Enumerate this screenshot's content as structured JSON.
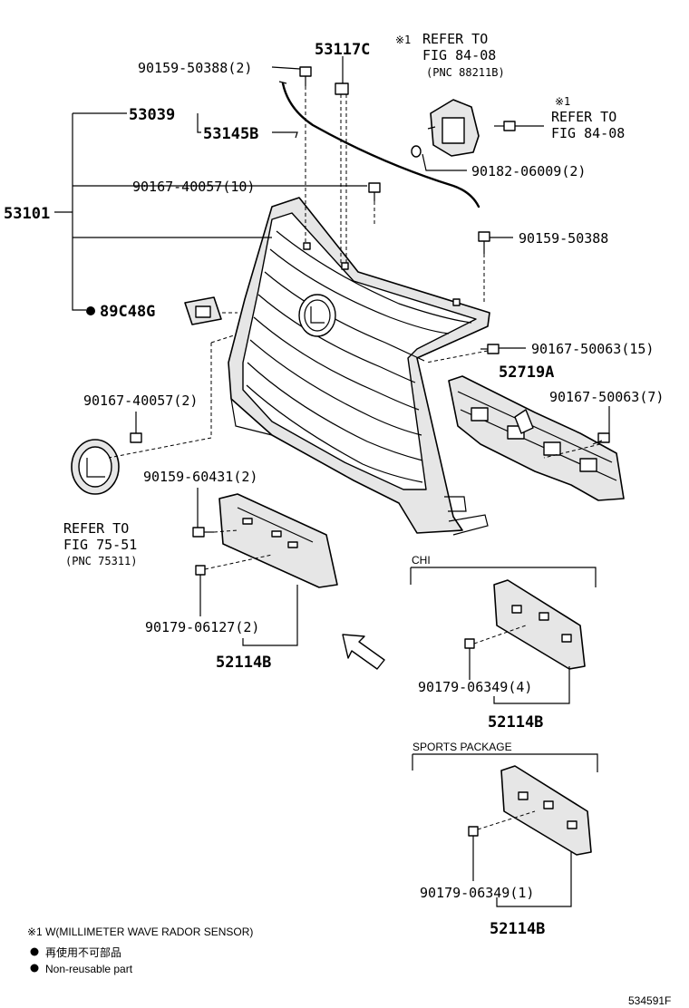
{
  "diagram_id": "534591F",
  "labels": {
    "p53117C": "53117C",
    "p90159_50388_2": "90159-50388(2)",
    "p53039": "53039",
    "p53145B": "53145B",
    "p90167_40057_10": "90167-40057(10)",
    "p53101": "53101",
    "p89C48G": "89C48G",
    "p90159_50388": "90159-50388",
    "p90167_50063_15": "90167-50063(15)",
    "p52719A": "52719A",
    "p90167_50063_7": "90167-50063(7)",
    "p90167_40057_2": "90167-40057(2)",
    "p90159_60431_2": "90159-60431(2)",
    "p90182_06009_2": "90182-06009(2)",
    "p90179_06127_2": "90179-06127(2)",
    "p52114B_main": "52114B",
    "p90179_06349_4": "90179-06349(4)",
    "p52114B_chi": "52114B",
    "p90179_06349_1": "90179-06349(1)",
    "p52114B_sports": "52114B"
  },
  "refs": {
    "ref1_line1": "REFER TO",
    "ref1_line2": "FIG 84-08",
    "ref1_line3": "(PNC 88211B)",
    "ref2_line1": "REFER TO",
    "ref2_line2": "FIG 84-08",
    "ref3_line1": "REFER TO",
    "ref3_line2": "FIG 75-51",
    "ref3_line3": "(PNC 75311)",
    "mark": "※1"
  },
  "groups": {
    "chi": "CHI",
    "sports": "SPORTS PACKAGE"
  },
  "notes": {
    "note1": "※1  W(MILLIMETER WAVE RADOR SENSOR)",
    "note2": "再使用不可部品",
    "note3": "Non-reusable part"
  }
}
